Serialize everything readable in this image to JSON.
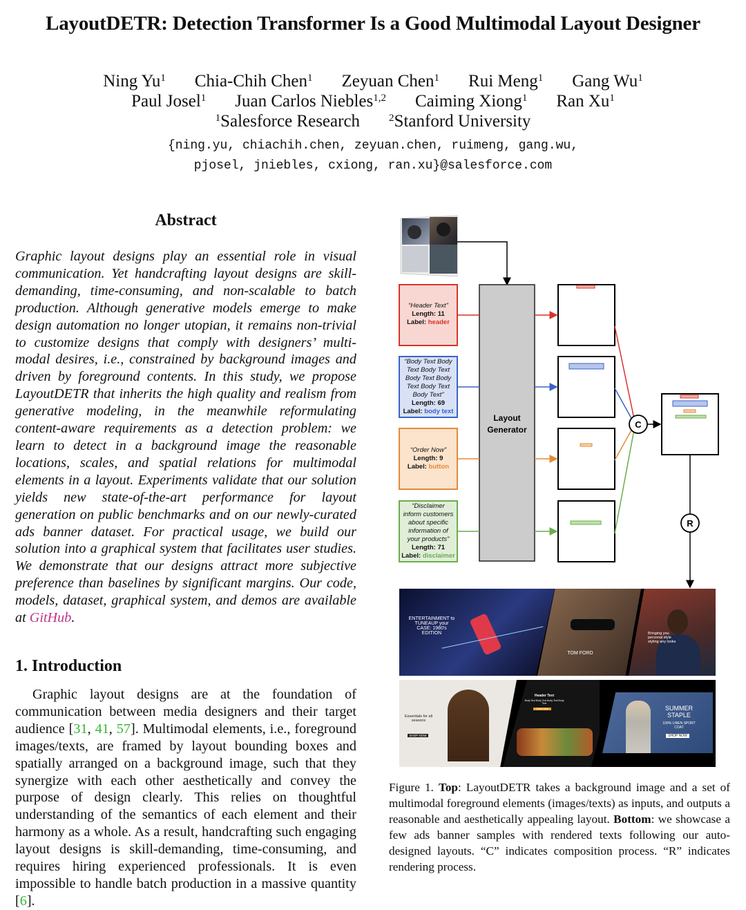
{
  "title": "LayoutDETR: Detection Transformer Is a Good Multimodal Layout Designer",
  "authors_row1": [
    {
      "name": "Ning Yu",
      "sup": "1"
    },
    {
      "name": "Chia-Chih Chen",
      "sup": "1"
    },
    {
      "name": "Zeyuan Chen",
      "sup": "1"
    },
    {
      "name": "Rui Meng",
      "sup": "1"
    },
    {
      "name": "Gang Wu",
      "sup": "1"
    }
  ],
  "authors_row2": [
    {
      "name": "Paul Josel",
      "sup": "1"
    },
    {
      "name": "Juan Carlos Niebles",
      "sup": "1,2"
    },
    {
      "name": "Caiming Xiong",
      "sup": "1"
    },
    {
      "name": "Ran Xu",
      "sup": "1"
    }
  ],
  "affiliations": [
    {
      "sup": "1",
      "name": "Salesforce Research"
    },
    {
      "sup": "2",
      "name": "Stanford University"
    }
  ],
  "emails_line1": "{ning.yu, chiachih.chen, zeyuan.chen, ruimeng, gang.wu,",
  "emails_line2": "pjosel, jniebles, cxiong, ran.xu}@salesforce.com",
  "abstract": {
    "heading": "Abstract",
    "text": "Graphic layout designs play an essential role in visual communication. Yet handcrafting layout designs are skill-demanding, time-consuming, and non-scalable to batch production. Although generative models emerge to make design automation no longer utopian, it remains non-trivial to customize designs that comply with designers’ multi-modal desires, i.e., constrained by background images and driven by foreground contents. In this study, we propose LayoutDETR that inherits the high quality and realism from generative modeling, in the meanwhile reformulating content-aware requirements as a detection problem: we learn to detect in a background image the reasonable locations, scales, and spatial relations for multimodal elements in a layout. Experiments validate that our solution yields new state-of-the-art performance for layout generation on public benchmarks and on our newly-curated ads banner dataset. For practical usage, we build our solution into a graphical system that facilitates user studies. We demonstrate that our designs attract more subjective preference than baselines by significant margins. Our code, models, dataset, graphical system, and demos are available at",
    "link": "GitHub",
    "end": "."
  },
  "intro": {
    "heading": "1. Introduction",
    "p1": "Graphic layout designs are at the foundation of communication between media designers and their target audience [",
    "c1": "31",
    "sep1": ", ",
    "c2": "41",
    "sep2": ", ",
    "c3": "57",
    "p2": "]. Multimodal elements, i.e., foreground images/texts, are framed by layout bounding boxes and spatially arranged on a background image, such that they synergize with each other aesthetically and convey the purpose of design clearly. This relies on thoughtful understanding of the semantics of each element and their harmony as a whole. As a result, handcrafting such engaging layout designs is skill-demanding, time-consuming, and requires hiring experienced professionals. It is even impossible to handle batch production in a massive quantity [",
    "c4": "6",
    "p3": "]."
  },
  "figure": {
    "generator_label_1": "Layout",
    "generator_label_2": "Generator",
    "compose_symbol": "C",
    "render_symbol": "R",
    "colors": {
      "header": "#d6342c",
      "body": "#3a63c8",
      "button": "#e48a3a",
      "disclaimer": "#6cab4e",
      "generator": "#cccccc"
    },
    "inputs": [
      {
        "lines": [
          "“Header Text”"
        ],
        "length_label": "Length: 11",
        "label_prefix": "Label: ",
        "label": "header"
      },
      {
        "lines": [
          "“Body Text Body",
          "Text Body Text",
          "Body Text Body",
          "Text Body Text",
          "Body Text”"
        ],
        "length_label": "Length: 69",
        "label_prefix": "Label: ",
        "label": "body text"
      },
      {
        "lines": [
          "“Order Now”"
        ],
        "length_label": "Length: 9",
        "label_prefix": "Label: ",
        "label": "button"
      },
      {
        "lines": [
          "“Disclaimer",
          "inform customers",
          "about specific",
          "information of",
          "your products”"
        ],
        "length_label": "Length: 71",
        "label_prefix": "Label: ",
        "label": "disclaimer"
      }
    ],
    "banners": {
      "b1": "ENTERTAINMENT to TUNEAUP your CASE: 1980's EDITION",
      "b2": "TOM FORD",
      "b3": "Bringing you personal style styling any looks",
      "b4": "Essentials for all seasons",
      "b4_btn": "SHOP NOW",
      "b5_header": "Header Text",
      "b5_body": "Body Text Body Text Body Text Body Text",
      "b5_btn": "Order Now",
      "b6_l1": "SUMMER",
      "b6_l2": "STAPLE",
      "b6_l3": "100% LINEN SPORT COAT",
      "b6_btn": "SHOP NOW"
    }
  },
  "caption": {
    "prefix": "Figure 1. ",
    "top": "Top",
    "t1": ": LayoutDETR takes a background image and a set of multimodal foreground elements (images/texts) as inputs, and outputs a reasonable and aesthetically appealing layout. ",
    "bottom": "Bottom",
    "t2": ": we showcase a few ads banner samples with rendered texts following our auto-designed layouts. “C” indicates composition process. “R” indicates rendering process."
  }
}
